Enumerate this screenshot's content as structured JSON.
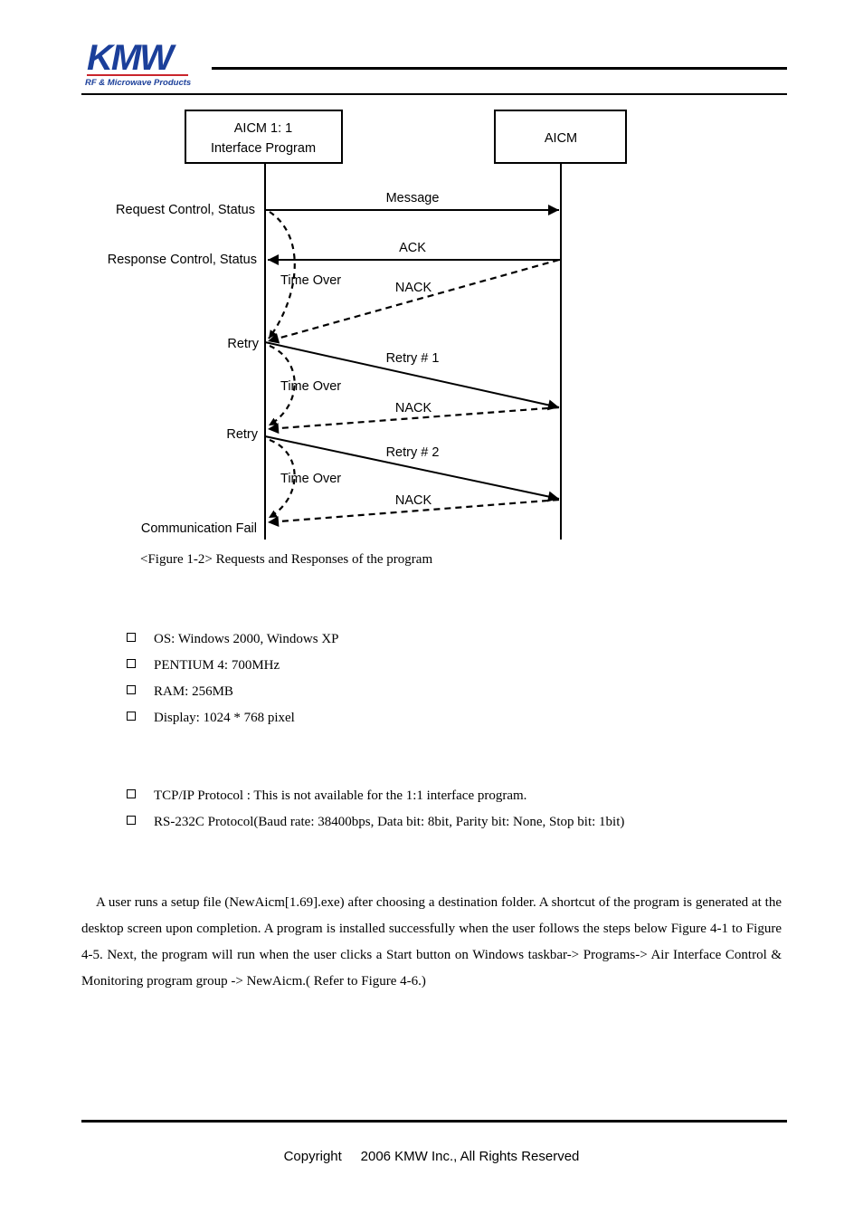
{
  "header": {
    "logo_text": "KMW",
    "logo_tagline": "RF & Microwave Products",
    "brand_color": "#1b3f9a",
    "accent_color": "#c9252c"
  },
  "diagram": {
    "left_box": [
      "AICM 1: 1",
      "Interface Program"
    ],
    "right_box": "AICM",
    "left_labels": {
      "request": "Request Control, Status",
      "response": "Response Control, Status",
      "retry1": "Retry",
      "retry2": "Retry",
      "fail": "Communication Fail"
    },
    "messages": {
      "message": "Message",
      "ack": "ACK",
      "nack1": "NACK",
      "retry1": "Retry # 1",
      "nack2": "NACK",
      "retry2": "Retry # 2",
      "nack3": "NACK"
    },
    "timeouts": [
      "Time Over",
      "Time Over",
      "Time Over"
    ]
  },
  "caption": "<Figure 1-2> Requests and Responses of the program",
  "requirements": [
    "OS: Windows 2000, Windows XP",
    "PENTIUM 4: 700MHz",
    "RAM: 256MB",
    "Display: 1024 * 768 pixel"
  ],
  "protocols": [
    "TCP/IP Protocol : This is not available for the 1:1 interface program.",
    "RS-232C Protocol(Baud rate: 38400bps, Data bit: 8bit, Parity bit: None, Stop bit: 1bit)"
  ],
  "install_paragraph": "A user runs a setup file (NewAicm[1.69].exe) after choosing a destination folder. A shortcut of the program is generated at the desktop screen upon completion. A program is installed successfully when the user follows the steps below Figure 4-1 to Figure 4-5. Next, the program will run when the user clicks a Start button on Windows taskbar-> Programs-> Air Interface Control & Monitoring program group -> NewAicm.( Refer to Figure 4-6.)",
  "footer": {
    "copyright": "Copyright     2006 KMW Inc., All Rights Reserved"
  }
}
